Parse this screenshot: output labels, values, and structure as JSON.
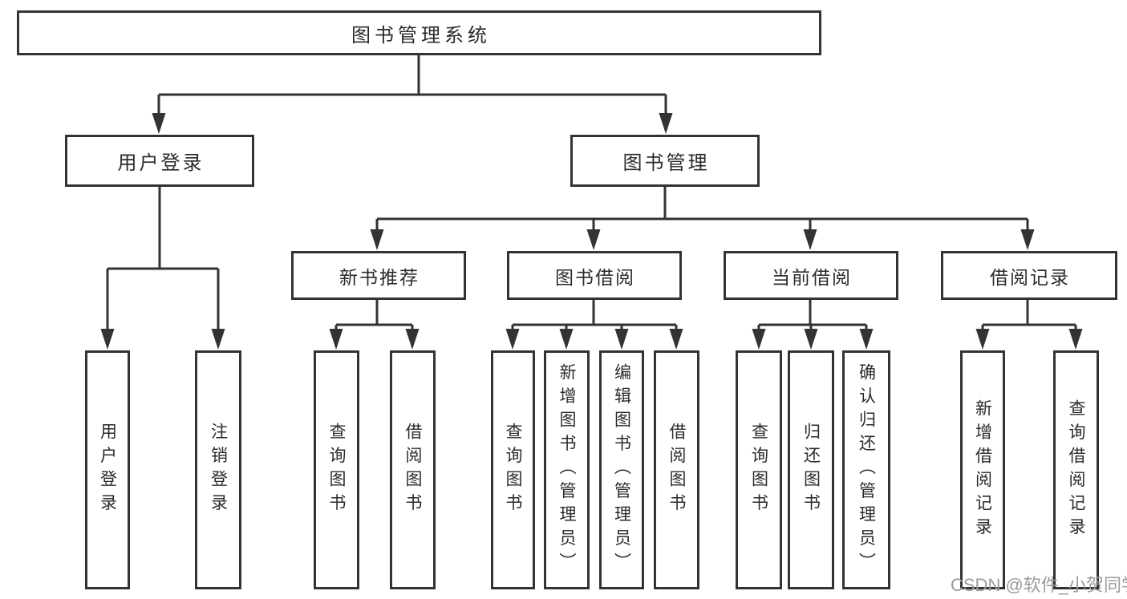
{
  "colors": {
    "line": "#333333",
    "text": "#2b2b2b",
    "watermark": "#9b9b9b",
    "background": "#ffffff"
  },
  "watermark": "CSDN @软件_小贺同学",
  "tree": {
    "label": "图书管理系统",
    "children": [
      {
        "label": "用户登录",
        "children": [
          {
            "label": "用户登录"
          },
          {
            "label": "注销登录"
          }
        ]
      },
      {
        "label": "图书管理",
        "children": [
          {
            "label": "新书推荐",
            "children": [
              {
                "label": "查询图书"
              },
              {
                "label": "借阅图书"
              }
            ]
          },
          {
            "label": "图书借阅",
            "children": [
              {
                "label": "查询图书"
              },
              {
                "label": "新增图书（管理员）"
              },
              {
                "label": "编辑图书（管理员）"
              },
              {
                "label": "借阅图书"
              }
            ]
          },
          {
            "label": "当前借阅",
            "children": [
              {
                "label": "查询图书"
              },
              {
                "label": "归还图书"
              },
              {
                "label": "确认归还（管理员）"
              }
            ]
          },
          {
            "label": "借阅记录",
            "children": [
              {
                "label": "新增借阅记录"
              },
              {
                "label": "查询借阅记录"
              }
            ]
          }
        ]
      }
    ]
  }
}
